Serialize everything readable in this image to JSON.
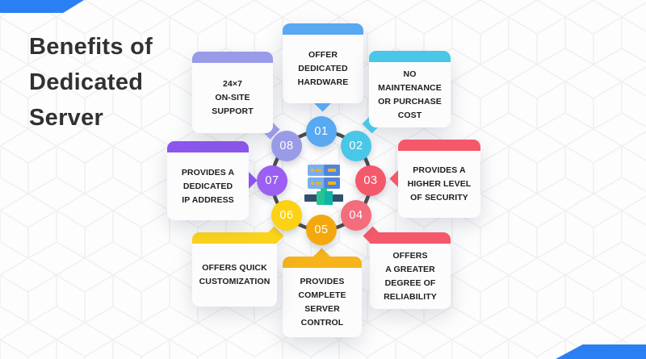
{
  "page": {
    "background": "#fdfdfd",
    "pattern_line_color": "#f0f0f0"
  },
  "title": {
    "full": "Benefits of Dedicated Server",
    "lines": [
      "Benefits of",
      "Dedicated",
      "Server"
    ],
    "color": "#313131"
  },
  "accents": {
    "corner_blue": "#2a7ff2"
  },
  "diagram": {
    "ring_color": "#4b4b4b",
    "center_icon": "server-rack-icon",
    "items": [
      {
        "number": "01",
        "label": "OFFER\nDEDICATED\nHARDWARE",
        "color": "#58a8f2",
        "circle": "#58a8f2"
      },
      {
        "number": "02",
        "label": "NO\nMAINTENANCE\nOR PURCHASE\nCOST",
        "color": "#4ac6e6",
        "circle": "#4ac6e6"
      },
      {
        "number": "03",
        "label": "PROVIDES A\nHIGHER LEVEL\nOF SECURITY",
        "color": "#f4586b",
        "circle": "#f4586b"
      },
      {
        "number": "04",
        "label": "OFFERS\nA GREATER\nDEGREE OF\nRELIABILITY",
        "color": "#f4586b",
        "circle": "#f46d7d"
      },
      {
        "number": "05",
        "label": "PROVIDES\nCOMPLETE\nSERVER\nCONTROL",
        "color": "#f6b41a",
        "circle": "#f3a90d"
      },
      {
        "number": "06",
        "label": "OFFERS QUICK\nCUSTOMIZATION",
        "color": "#fcd31b",
        "circle": "#fdd215"
      },
      {
        "number": "07",
        "label": "PROVIDES A\nDEDICATED\nIP ADDRESS",
        "color": "#8c55f0",
        "circle": "#9b5ff2"
      },
      {
        "number": "08",
        "label": "24×7\nON-SITE\nSUPPORT",
        "color": "#9a9be8",
        "circle": "#9a9be8"
      }
    ]
  }
}
